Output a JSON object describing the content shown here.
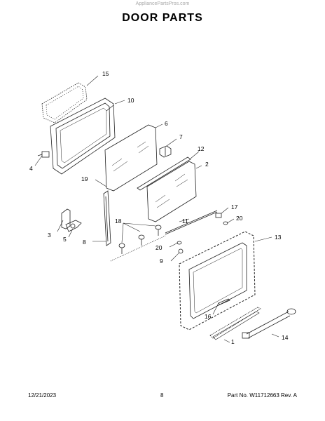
{
  "watermark": "AppliancePartsPros.com",
  "title": "DOOR PARTS",
  "footer": {
    "date": "12/21/2023",
    "page": "8",
    "part_rev": "Part No. W11712663  Rev. A"
  },
  "callouts": [
    "1",
    "2",
    "3",
    "4",
    "5",
    "6",
    "7",
    "8",
    "9",
    "10",
    "11",
    "12",
    "13",
    "14",
    "15",
    "16",
    "17",
    "18",
    "19",
    "20",
    "20"
  ]
}
